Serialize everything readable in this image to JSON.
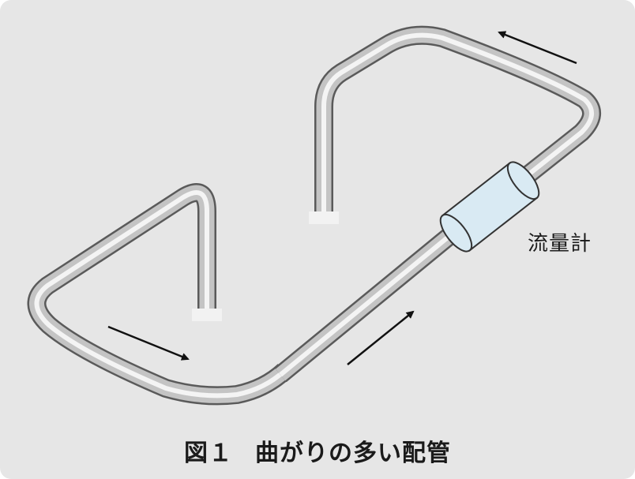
{
  "diagram": {
    "flow_meter_label": "流量計",
    "caption_number": "図１",
    "caption_text": "曲がりの多い配管",
    "colors": {
      "background": "#e6e6e6",
      "pipe_edge": "#5a5a5a",
      "pipe_body": "#c4c4c4",
      "pipe_highlight": "#f4f4f4",
      "meter_fill": "#d9eaf3",
      "meter_edge": "#333333",
      "pipe_end_cap": "#f2f2f2",
      "arrow": "#111111"
    }
  }
}
